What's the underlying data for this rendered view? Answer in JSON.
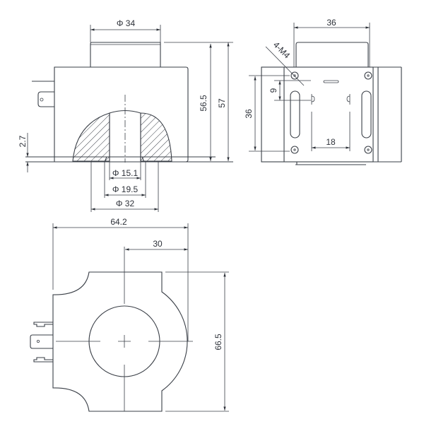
{
  "drawing": {
    "front_view": {
      "dims": {
        "top_diameter": "Φ 34",
        "height_inner": "56.5",
        "height_total": "57",
        "base_offset": "2.7",
        "bore_d1": "Φ 15.1",
        "bore_d2": "Φ 19.5",
        "bore_d3": "Φ 32"
      }
    },
    "side_view": {
      "dims": {
        "top_width": "36",
        "thread": "4-M4",
        "slot_offset": "9",
        "hole_spacing_v": "36",
        "terminal_spacing": "18"
      }
    },
    "bottom_view": {
      "dims": {
        "overall_width": "64.2",
        "center_offset": "30",
        "overall_height": "66.5"
      }
    }
  }
}
